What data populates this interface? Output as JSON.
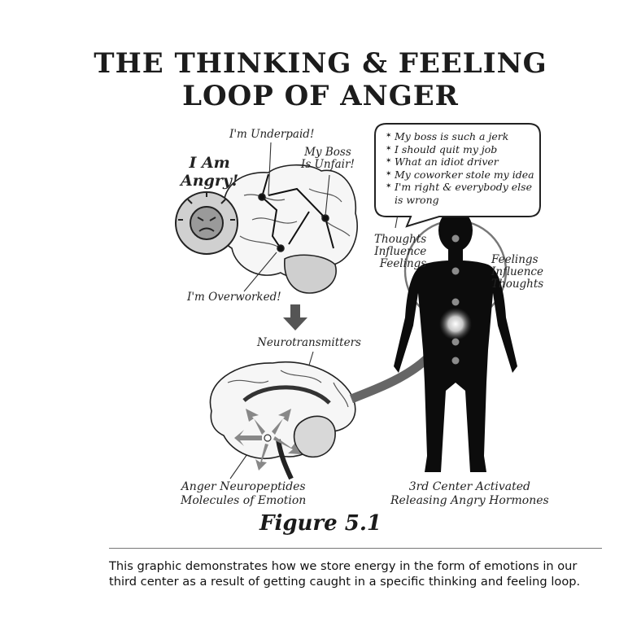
{
  "title": {
    "line1": "THE THINKING & FEELING",
    "line2": "LOOP OF ANGER"
  },
  "brain_labels": {
    "angry": "I Am\nAngry!",
    "underpaid": "I'm Underpaid!",
    "boss_unfair": "My Boss\nIs Unfair!",
    "overworked": "I'm Overworked!",
    "neurotransmitters": "Neurotransmitters",
    "neuropeptides": "Anger Neuropeptides\nMolecules of Emotion"
  },
  "thought_bubble": [
    "My boss is such a jerk",
    "I should quit my job",
    "What an idiot driver",
    "My coworker stole my idea",
    "I'm right & everybody else is wrong"
  ],
  "body_labels": {
    "thoughts_influence": "Thoughts\nInfluence\nFeelings",
    "feelings_influence": "Feelings\nInfluence\nThoughts",
    "third_center": "3rd Center Activated\nReleasing Angry Hormones"
  },
  "figure_label": "Figure 5.1",
  "caption": "This graphic demonstrates how we store energy in the form of emotions in our third center as a result of getting caught in a specific thinking and feeling loop.",
  "colors": {
    "ink": "#1a1a1a",
    "arrow_gray": "#666666",
    "face_fill": "#9a9a9a",
    "glow": "#ffffff"
  },
  "icons": [
    "angry-face-icon",
    "down-arrow-icon",
    "curved-arrow-icon",
    "chakra-dot-icon"
  ]
}
